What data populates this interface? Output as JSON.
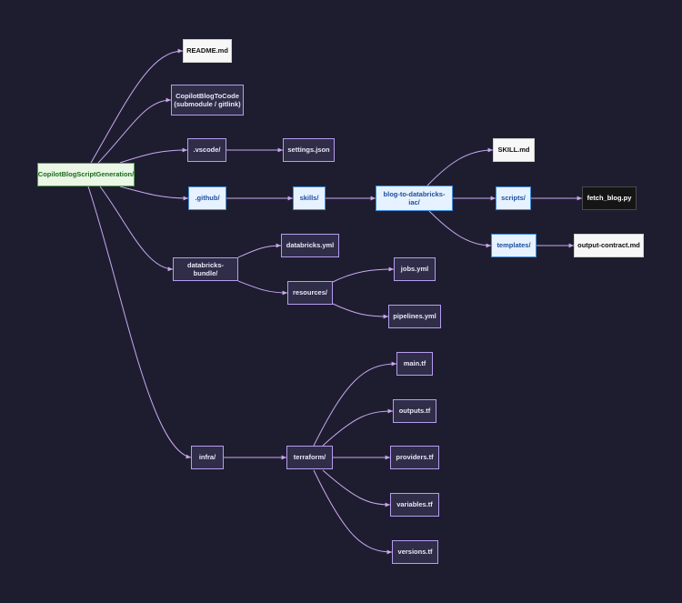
{
  "diagram": {
    "colors": {
      "background": "#1e1d2f",
      "edge": "#c9a8f2",
      "dir_fill": "#2f2d48",
      "dir_border": "#b79cf0",
      "file_fill": "#f7f7f7",
      "highlight_fill": "#e6f2ff",
      "highlight_border": "#3d8ee0",
      "root_fill": "#e9f7e4",
      "root_border": "#5aa34c",
      "leaf_fill": "#151515"
    },
    "nodes": {
      "root": "CopilotBlogScriptGeneration/",
      "readme": "README.md",
      "copilot_line1": "CopilotBlogToCode",
      "copilot_line2": "(submodule / gitlink)",
      "vscode": ".vscode/",
      "settings": "settings.json",
      "github": ".github/",
      "skills": "skills/",
      "blog_iac": "blog-to-databricks-iac/",
      "skill_md": "SKILL.md",
      "scripts": "scripts/",
      "fetch_blog": "fetch_blog.py",
      "templates": "templates/",
      "output_contract": "output-contract.md",
      "bundle": "databricks-bundle/",
      "databricks_yml": "databricks.yml",
      "resources": "resources/",
      "jobs_yml": "jobs.yml",
      "pipelines_yml": "pipelines.yml",
      "infra": "infra/",
      "terraform": "terraform/",
      "main_tf": "main.tf",
      "outputs_tf": "outputs.tf",
      "providers_tf": "providers.tf",
      "variables_tf": "variables.tf",
      "versions_tf": "versions.tf"
    }
  }
}
